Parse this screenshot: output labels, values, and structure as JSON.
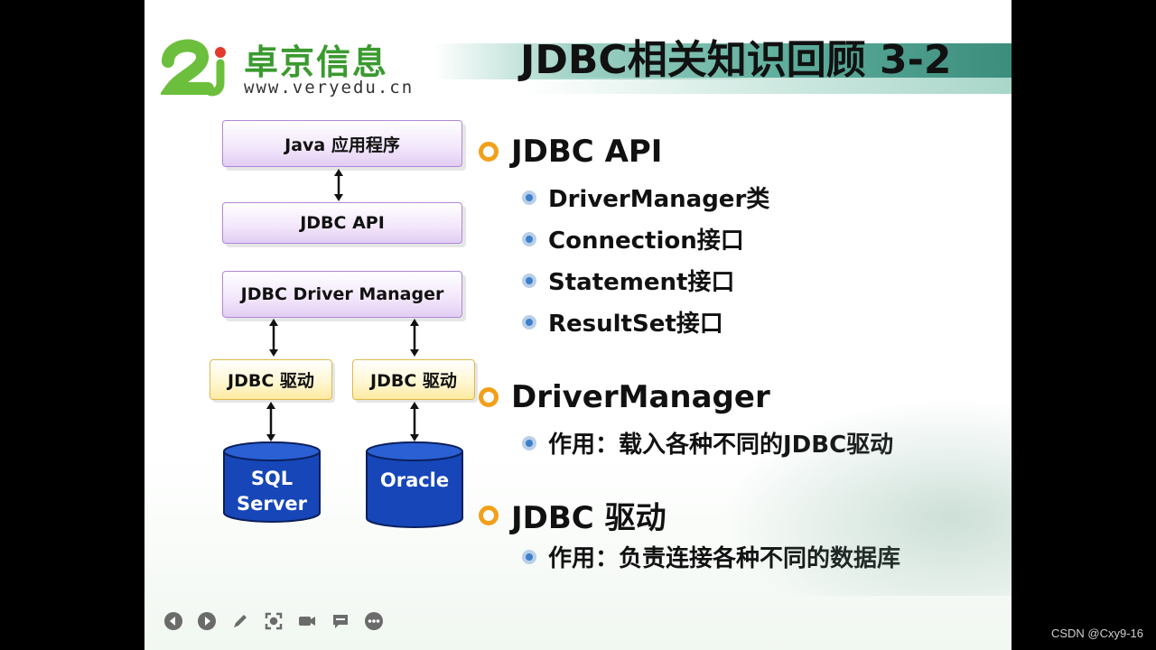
{
  "slide": {
    "title": "JDBC相关知识回顾 3-2",
    "logo": {
      "cn": "卓京信息",
      "url": "www.veryedu.cn"
    }
  },
  "diagram": {
    "java_app": "Java 应用程序",
    "jdbc_api": "JDBC API",
    "driver_manager": "JDBC Driver Manager",
    "driver_left": "JDBC 驱动",
    "driver_right": "JDBC 驱动",
    "db_left_line1": "SQL",
    "db_left_line2": "Server",
    "db_right": "Oracle"
  },
  "bullets": [
    {
      "heading": "JDBC API",
      "items": [
        "DriverManager类",
        "Connection接口",
        "Statement接口",
        "ResultSet接口"
      ]
    },
    {
      "heading": "DriverManager",
      "items": [
        "作用：载入各种不同的JDBC驱动"
      ]
    },
    {
      "heading": "JDBC 驱动",
      "items": [
        "作用：负责连接各种不同的数据库"
      ]
    }
  ],
  "toolbar_icons": [
    "prev-icon",
    "next-icon",
    "pen-icon",
    "focus-icon",
    "camera-icon",
    "comment-icon",
    "more-icon"
  ],
  "watermark": "CSDN @Cxy9-16",
  "colors": {
    "accent_orange": "#f2a01a",
    "db_blue": "#1646b8",
    "title_band": "#5fae9d",
    "logo_green": "#3a9a2e"
  }
}
